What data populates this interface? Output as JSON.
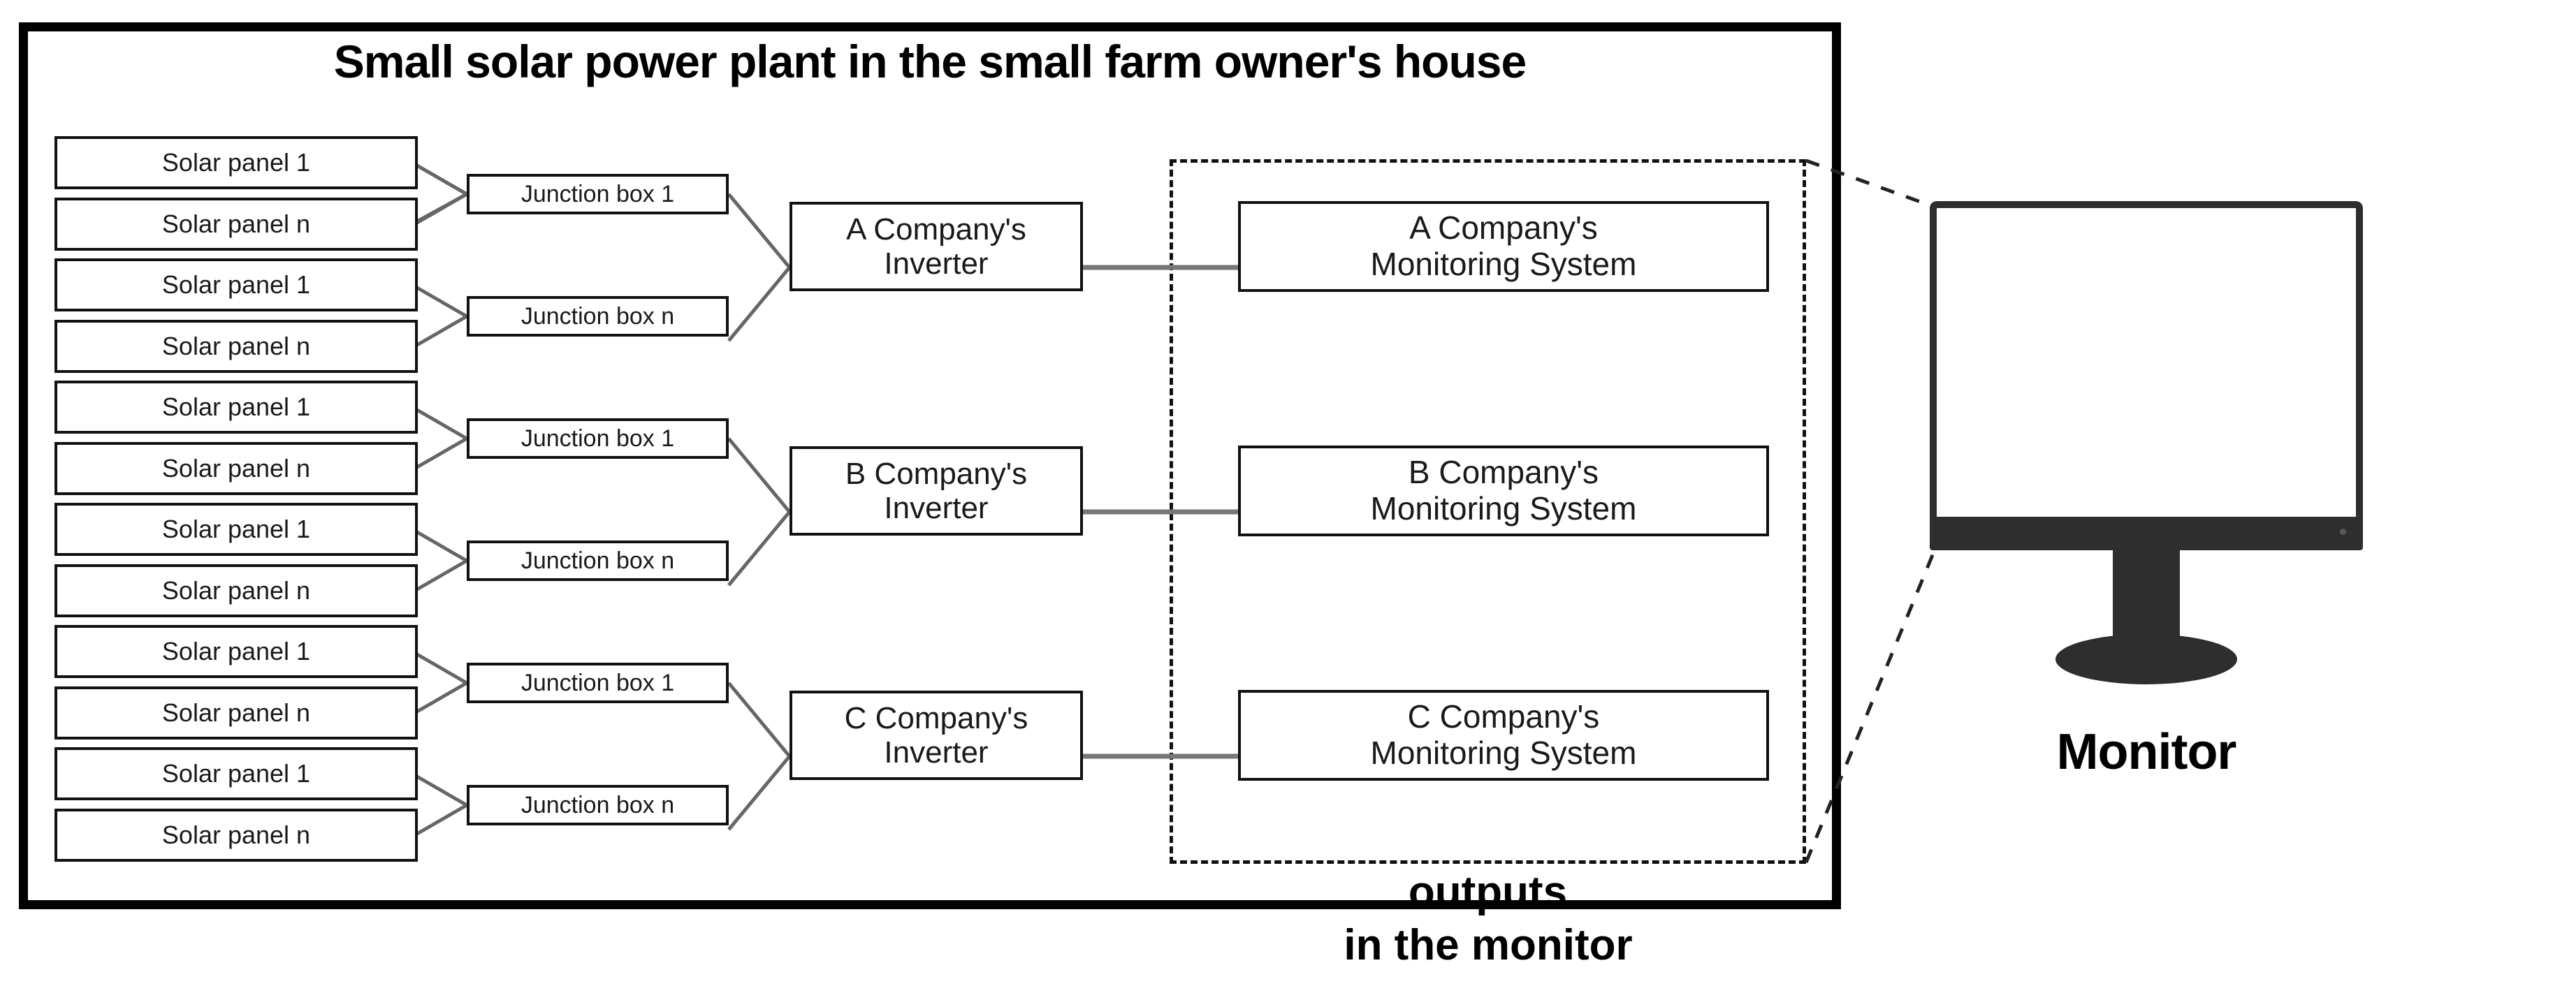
{
  "diagram": {
    "title": "Small solar power plant in the small farm owner's house",
    "outputs_label": "outputs",
    "in_monitor_label": "in the monitor",
    "monitor_caption": "Monitor",
    "solar_panels": [
      {
        "label": "Solar panel 1"
      },
      {
        "label": "Solar panel n"
      },
      {
        "label": "Solar panel 1"
      },
      {
        "label": "Solar panel n"
      },
      {
        "label": "Solar panel 1"
      },
      {
        "label": "Solar panel n"
      },
      {
        "label": "Solar panel 1"
      },
      {
        "label": "Solar panel n"
      },
      {
        "label": "Solar panel 1"
      },
      {
        "label": "Solar panel n"
      },
      {
        "label": "Solar panel 1"
      },
      {
        "label": "Solar panel n"
      }
    ],
    "junction_boxes": [
      {
        "label": "Junction box 1"
      },
      {
        "label": "Junction box n"
      },
      {
        "label": "Junction box 1"
      },
      {
        "label": "Junction box n"
      },
      {
        "label": "Junction box 1"
      },
      {
        "label": "Junction box n"
      }
    ],
    "inverters": [
      {
        "line1": "A Company's",
        "line2": "Inverter"
      },
      {
        "line1": "B Company's",
        "line2": "Inverter"
      },
      {
        "line1": "C Company's",
        "line2": "Inverter"
      }
    ],
    "monitoring_systems": [
      {
        "line1": "A Company's",
        "line2": "Monitoring System"
      },
      {
        "line1": "B Company's",
        "line2": "Monitoring System"
      },
      {
        "line1": "C Company's",
        "line2": "Monitoring System"
      }
    ],
    "colors": {
      "frame": "#000000",
      "box_border": "#111111",
      "wire": "#666666",
      "dashed": "#111111",
      "monitor_body": "#2e2e2e",
      "monitor_screen": "#ffffff",
      "background": "#ffffff"
    }
  }
}
